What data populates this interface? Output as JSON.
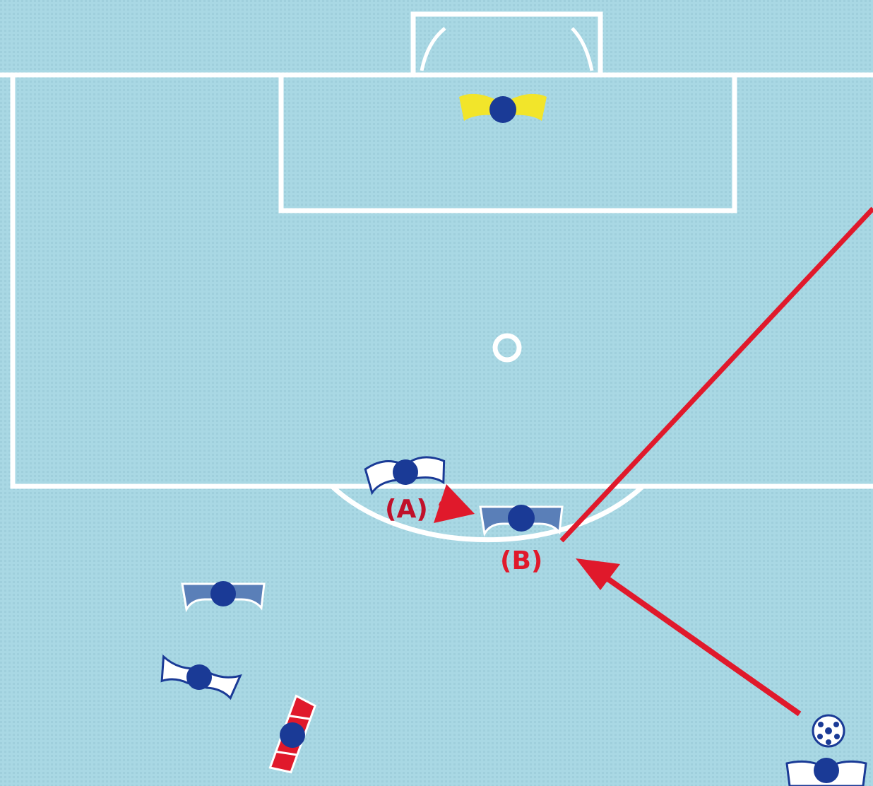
{
  "labels": {
    "a": "(A)",
    "b": "(B)"
  },
  "colors": {
    "pitch": "#a9d8e4",
    "pitch_texture": "#9fcfdc",
    "lines": "#ffffff",
    "arrow": "#e0192b",
    "label": "#c0102a",
    "player_dot": "#1a3a96",
    "keeper_kit": "#f2e52a",
    "defender_kit": "#ffffff",
    "teammate_kit": "#5a7fb8",
    "red_kit": "#e0192b"
  },
  "players": [
    {
      "id": "goalkeeper",
      "kit": "yellow"
    },
    {
      "id": "player-a",
      "kit": "white"
    },
    {
      "id": "player-b",
      "kit": "blue"
    },
    {
      "id": "player-left-blue",
      "kit": "blue"
    },
    {
      "id": "player-left-white",
      "kit": "white"
    },
    {
      "id": "player-red",
      "kit": "red"
    },
    {
      "id": "player-crosser",
      "kit": "white"
    }
  ],
  "icons": {
    "ball": "soccer-ball-icon",
    "goal": "goal-icon"
  }
}
